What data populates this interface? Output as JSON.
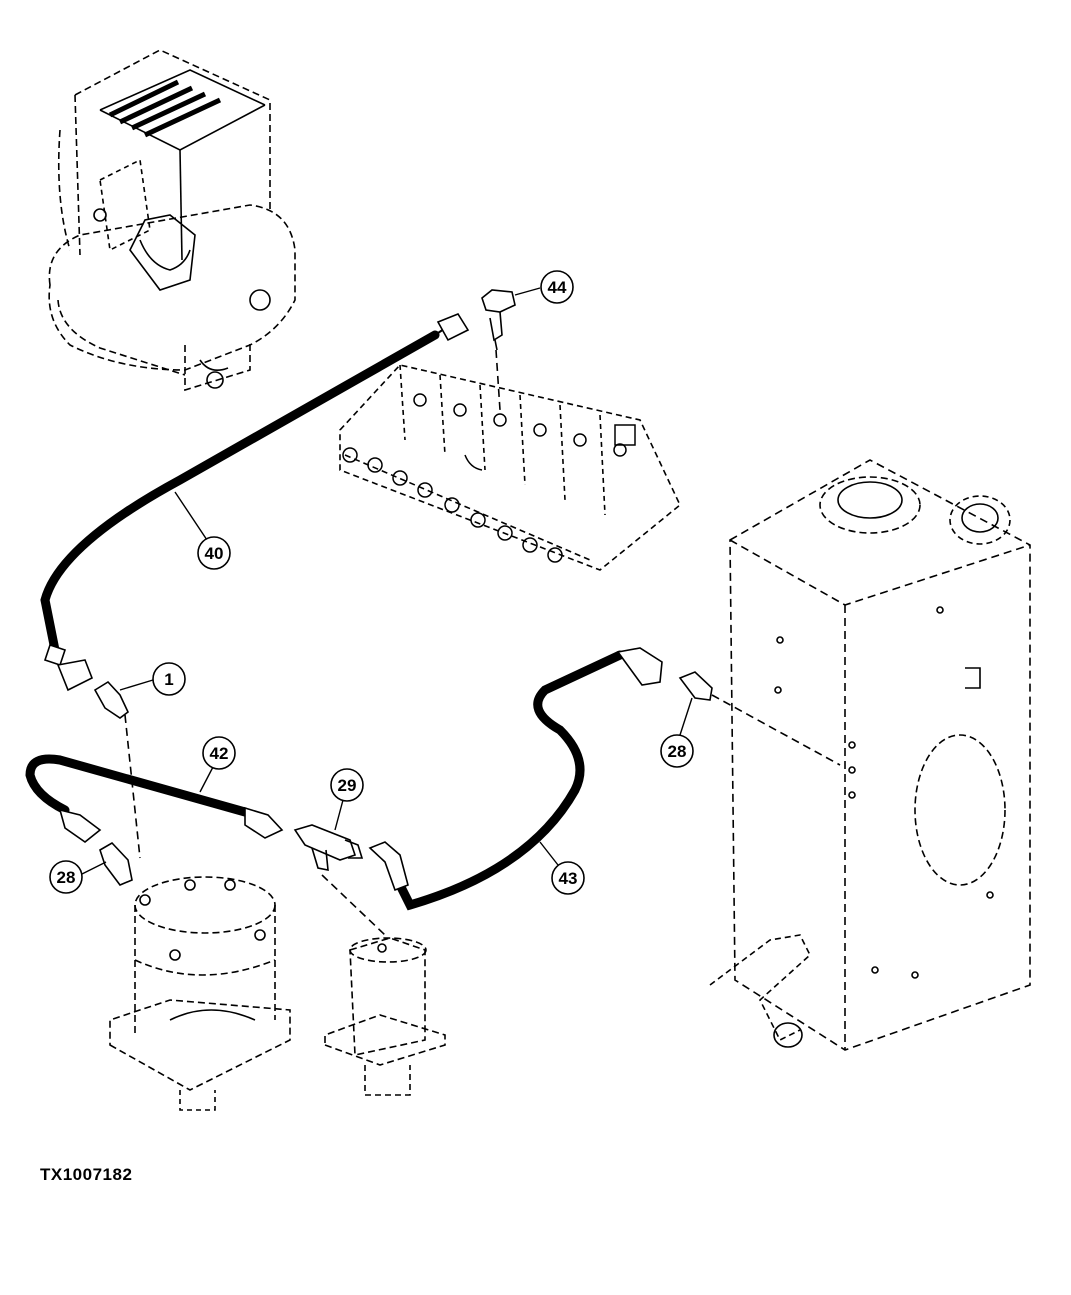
{
  "figure_id": "TX1007182",
  "callouts": [
    {
      "id": "c44",
      "label": "44"
    },
    {
      "id": "c40",
      "label": "40"
    },
    {
      "id": "c1",
      "label": "1"
    },
    {
      "id": "c42",
      "label": "42"
    },
    {
      "id": "c29",
      "label": "29"
    },
    {
      "id": "c28a",
      "label": "28"
    },
    {
      "id": "c28b",
      "label": "28"
    },
    {
      "id": "c43",
      "label": "43"
    }
  ],
  "colors": {
    "line": "#000000",
    "background": "#ffffff"
  }
}
